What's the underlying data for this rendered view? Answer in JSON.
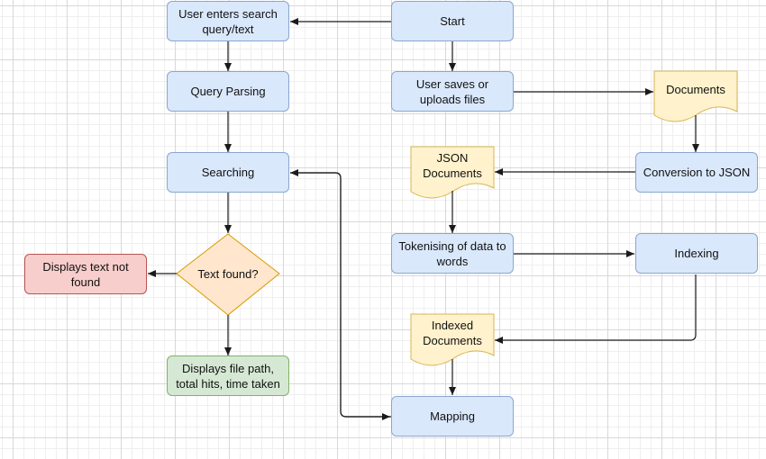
{
  "nodes": {
    "start": "Start",
    "user_enters": "User enters search query/text",
    "query_parsing": "Query Parsing",
    "searching": "Searching",
    "text_found": "Text found?",
    "not_found": "Displays text not found",
    "displays_file": "Displays file path, total hits, time taken",
    "user_saves": "User saves or uploads files",
    "documents": "Documents",
    "conversion": "Conversion to JSON",
    "json_documents": "JSON Documents",
    "tokenising": "Tokenising of data to words",
    "indexing": "Indexing",
    "indexed_documents": "Indexed Documents",
    "mapping": "Mapping"
  },
  "colors": {
    "process_fill": "#dae8fc",
    "document_fill": "#fff2cc",
    "decision_fill": "#ffe6cc",
    "error_fill": "#f8cecc",
    "result_fill": "#d5e8d4",
    "line": "#1a1a1a"
  }
}
